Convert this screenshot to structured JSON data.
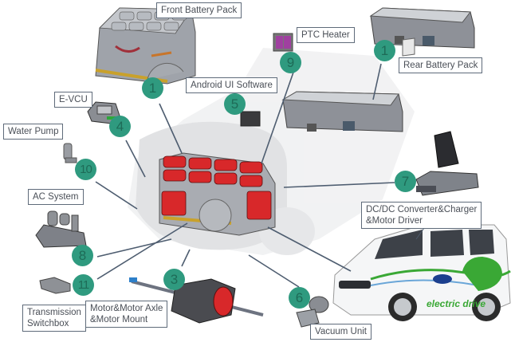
{
  "title": "Electric vehicle conversion components",
  "colors": {
    "badge_fill": "#2f9a7f",
    "badge_text": "#1e6b57",
    "label_border": "#5f6b7a",
    "leader_line": "#4e5d70",
    "battery_red": "#d8282a",
    "brand_green": "#3aa835"
  },
  "labels": {
    "front_battery": "Front Battery Pack",
    "ptc_heater": "PTC Heater",
    "rear_battery": "Rear Battery Pack",
    "android_ui": "Android UI Software",
    "evcu": "E-VCU",
    "water_pump": "Water Pump",
    "ac_system": "AC System",
    "transmission_line1": "Transmission",
    "transmission_line2": "Switchbox",
    "motor_line1": "Motor&Motor Axle",
    "motor_line2": "&Motor Mount",
    "dcdc_line1": "DC/DC Converter&Charger",
    "dcdc_line2": "&Motor Driver",
    "vacuum": "Vacuum Unit"
  },
  "badges": {
    "front_battery": "1",
    "rear_battery": "1",
    "motor": "3",
    "evcu": "4",
    "android_ui": "5",
    "vacuum": "6",
    "dcdc": "7",
    "ac_system": "8",
    "ptc_heater": "9",
    "water_pump": "10",
    "transmission": "11"
  },
  "vehicle": {
    "livery_text": "electric drive",
    "brand_icon": "ford-oval-icon",
    "plug_icon": "electric-plug-icon"
  }
}
